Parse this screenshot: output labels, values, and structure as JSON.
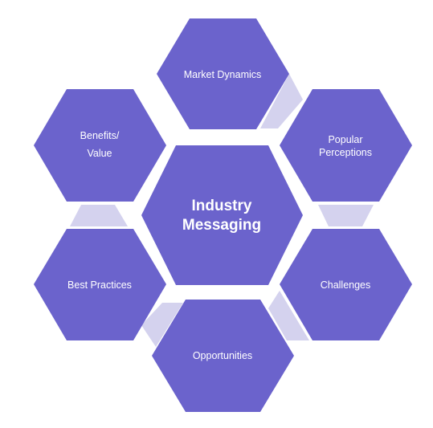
{
  "colors": {
    "hexagon_fill": "#6b63cc",
    "connector_fill": "#d4d2ee",
    "text": "#ffffff",
    "background": "#ffffff"
  },
  "center": {
    "line1": "Industry",
    "line2": "Messaging"
  },
  "nodes": {
    "market_dynamics": {
      "label": "Market Dynamics"
    },
    "popular_perceptions": {
      "line1": "Popular",
      "line2": "Perceptions"
    },
    "challenges": {
      "label": "Challenges"
    },
    "opportunities": {
      "label": "Opportunities"
    },
    "best_practices": {
      "label": "Best Practices"
    },
    "benefits_value": {
      "line1": "Benefits/",
      "line2": "Value"
    }
  }
}
